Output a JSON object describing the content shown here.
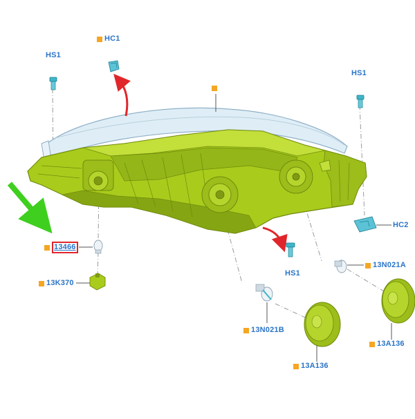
{
  "diagram": {
    "colors": {
      "housing": "#a9cc1c",
      "housing_dark": "#7f9a12",
      "housing_shadow": "#6f8a0c",
      "lens": "#d8e8f2",
      "lens_edge": "#8fb0c8",
      "fastener": "#3fb5c9",
      "callout_text": "#2a74c8",
      "callout_square": "#f5a623",
      "highlight_box": "#e0262a",
      "arrow_red": "#e0262a",
      "arrow_green": "#3fcf1f"
    },
    "callouts": {
      "hc1": "HC1",
      "hs1_left": "HS1",
      "hs1_right": "HS1",
      "hs1_bottom": "HS1",
      "hc2": "HC2",
      "lamp_assembly": "",
      "p13466": "13466",
      "p13k370": "13K370",
      "p13n021a": "13N021A",
      "p13n021b": "13N021B",
      "p13a136_left": "13A136",
      "p13a136_right": "13A136"
    }
  }
}
